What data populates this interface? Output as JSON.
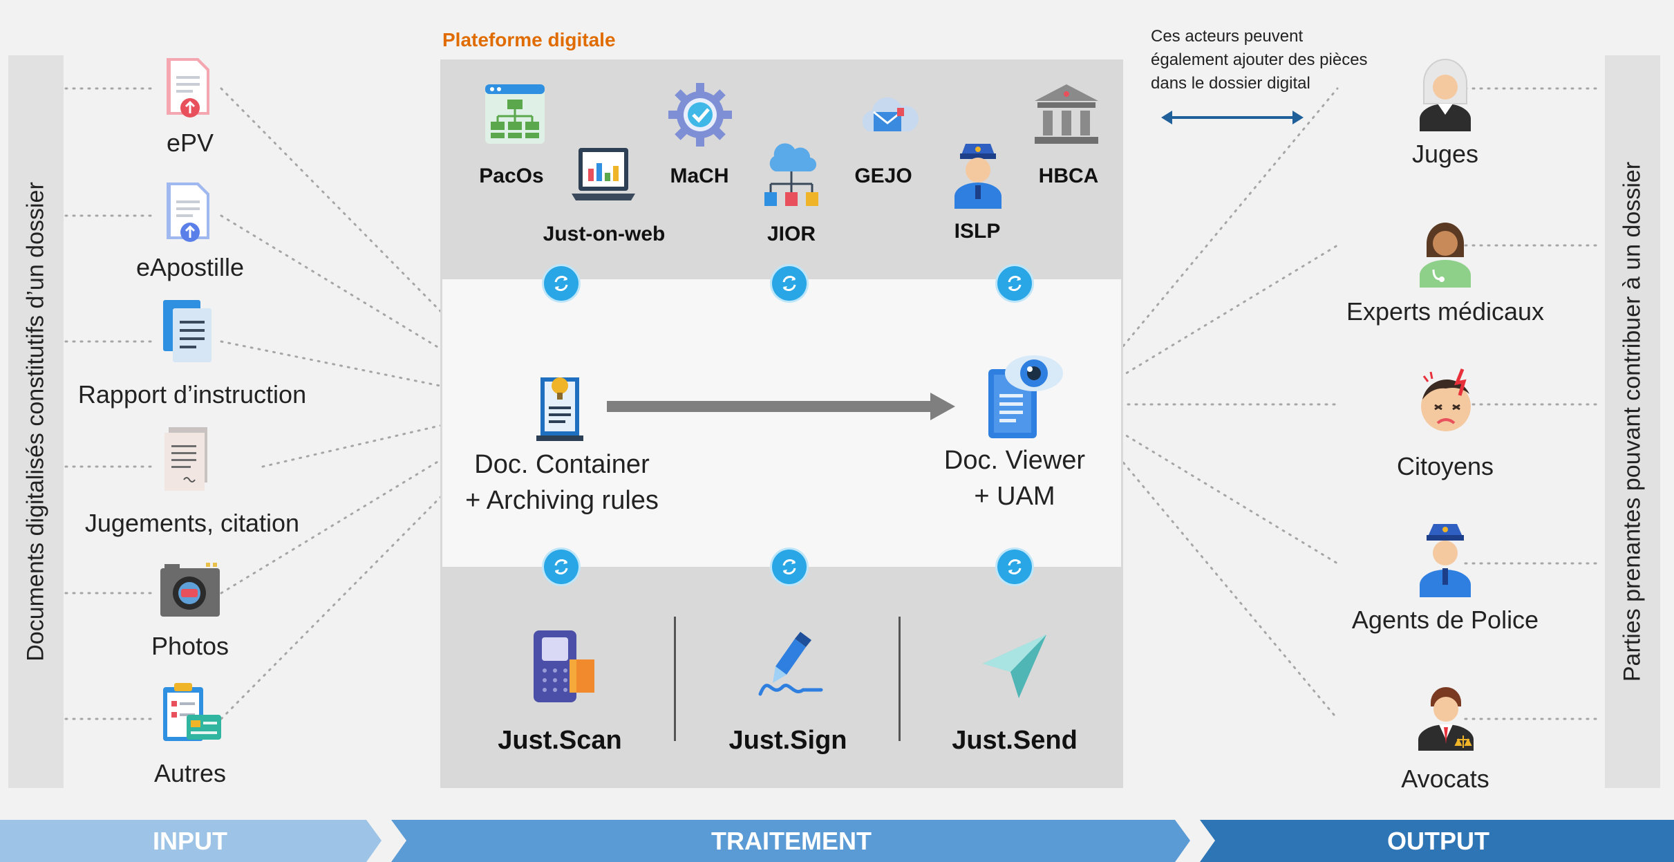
{
  "left_sidebar": {
    "text": "Documents digitalisés constitutifs d’un dossier"
  },
  "right_sidebar": {
    "text": "Parties prenantes pouvant contribuer à un dossier"
  },
  "inputs": [
    {
      "label": "ePV"
    },
    {
      "label": "eApostille"
    },
    {
      "label": "Rapport d’instruction"
    },
    {
      "label": "Jugements, citation"
    },
    {
      "label": "Photos"
    },
    {
      "label": "Autres"
    }
  ],
  "platform": {
    "title": "Plateforme digitale",
    "systems": [
      {
        "label": "PacOs"
      },
      {
        "label": "Just-on-web"
      },
      {
        "label": "MaCH"
      },
      {
        "label": "JIOR"
      },
      {
        "label": "GEJO"
      },
      {
        "label": "ISLP"
      },
      {
        "label": "HBCA"
      }
    ],
    "container": {
      "line1": "Doc. Container",
      "line2": "+ Archiving rules"
    },
    "viewer": {
      "line1": "Doc. Viewer",
      "line2": "+ UAM"
    },
    "tools": [
      {
        "label": "Just.Scan"
      },
      {
        "label": "Just.Sign"
      },
      {
        "label": "Just.Send"
      }
    ]
  },
  "note": {
    "line1": "Ces acteurs peuvent",
    "line2": "également ajouter des pièces",
    "line3": "dans le dossier digital"
  },
  "outputs": [
    {
      "label": "Juges"
    },
    {
      "label": "Experts médicaux"
    },
    {
      "label": "Citoyens"
    },
    {
      "label": "Agents de Police"
    },
    {
      "label": "Avocats"
    }
  ],
  "bands": {
    "input": "INPUT",
    "processing": "TRAITEMENT",
    "output": "OUTPUT"
  },
  "colors": {
    "accent_orange": "#e06c00",
    "sync_blue": "#29a6e6",
    "band_light": "#9dc3e6",
    "band_mid": "#5b9bd5",
    "band_dark": "#2e75b6",
    "arrow_gray": "#7f7f7f"
  }
}
